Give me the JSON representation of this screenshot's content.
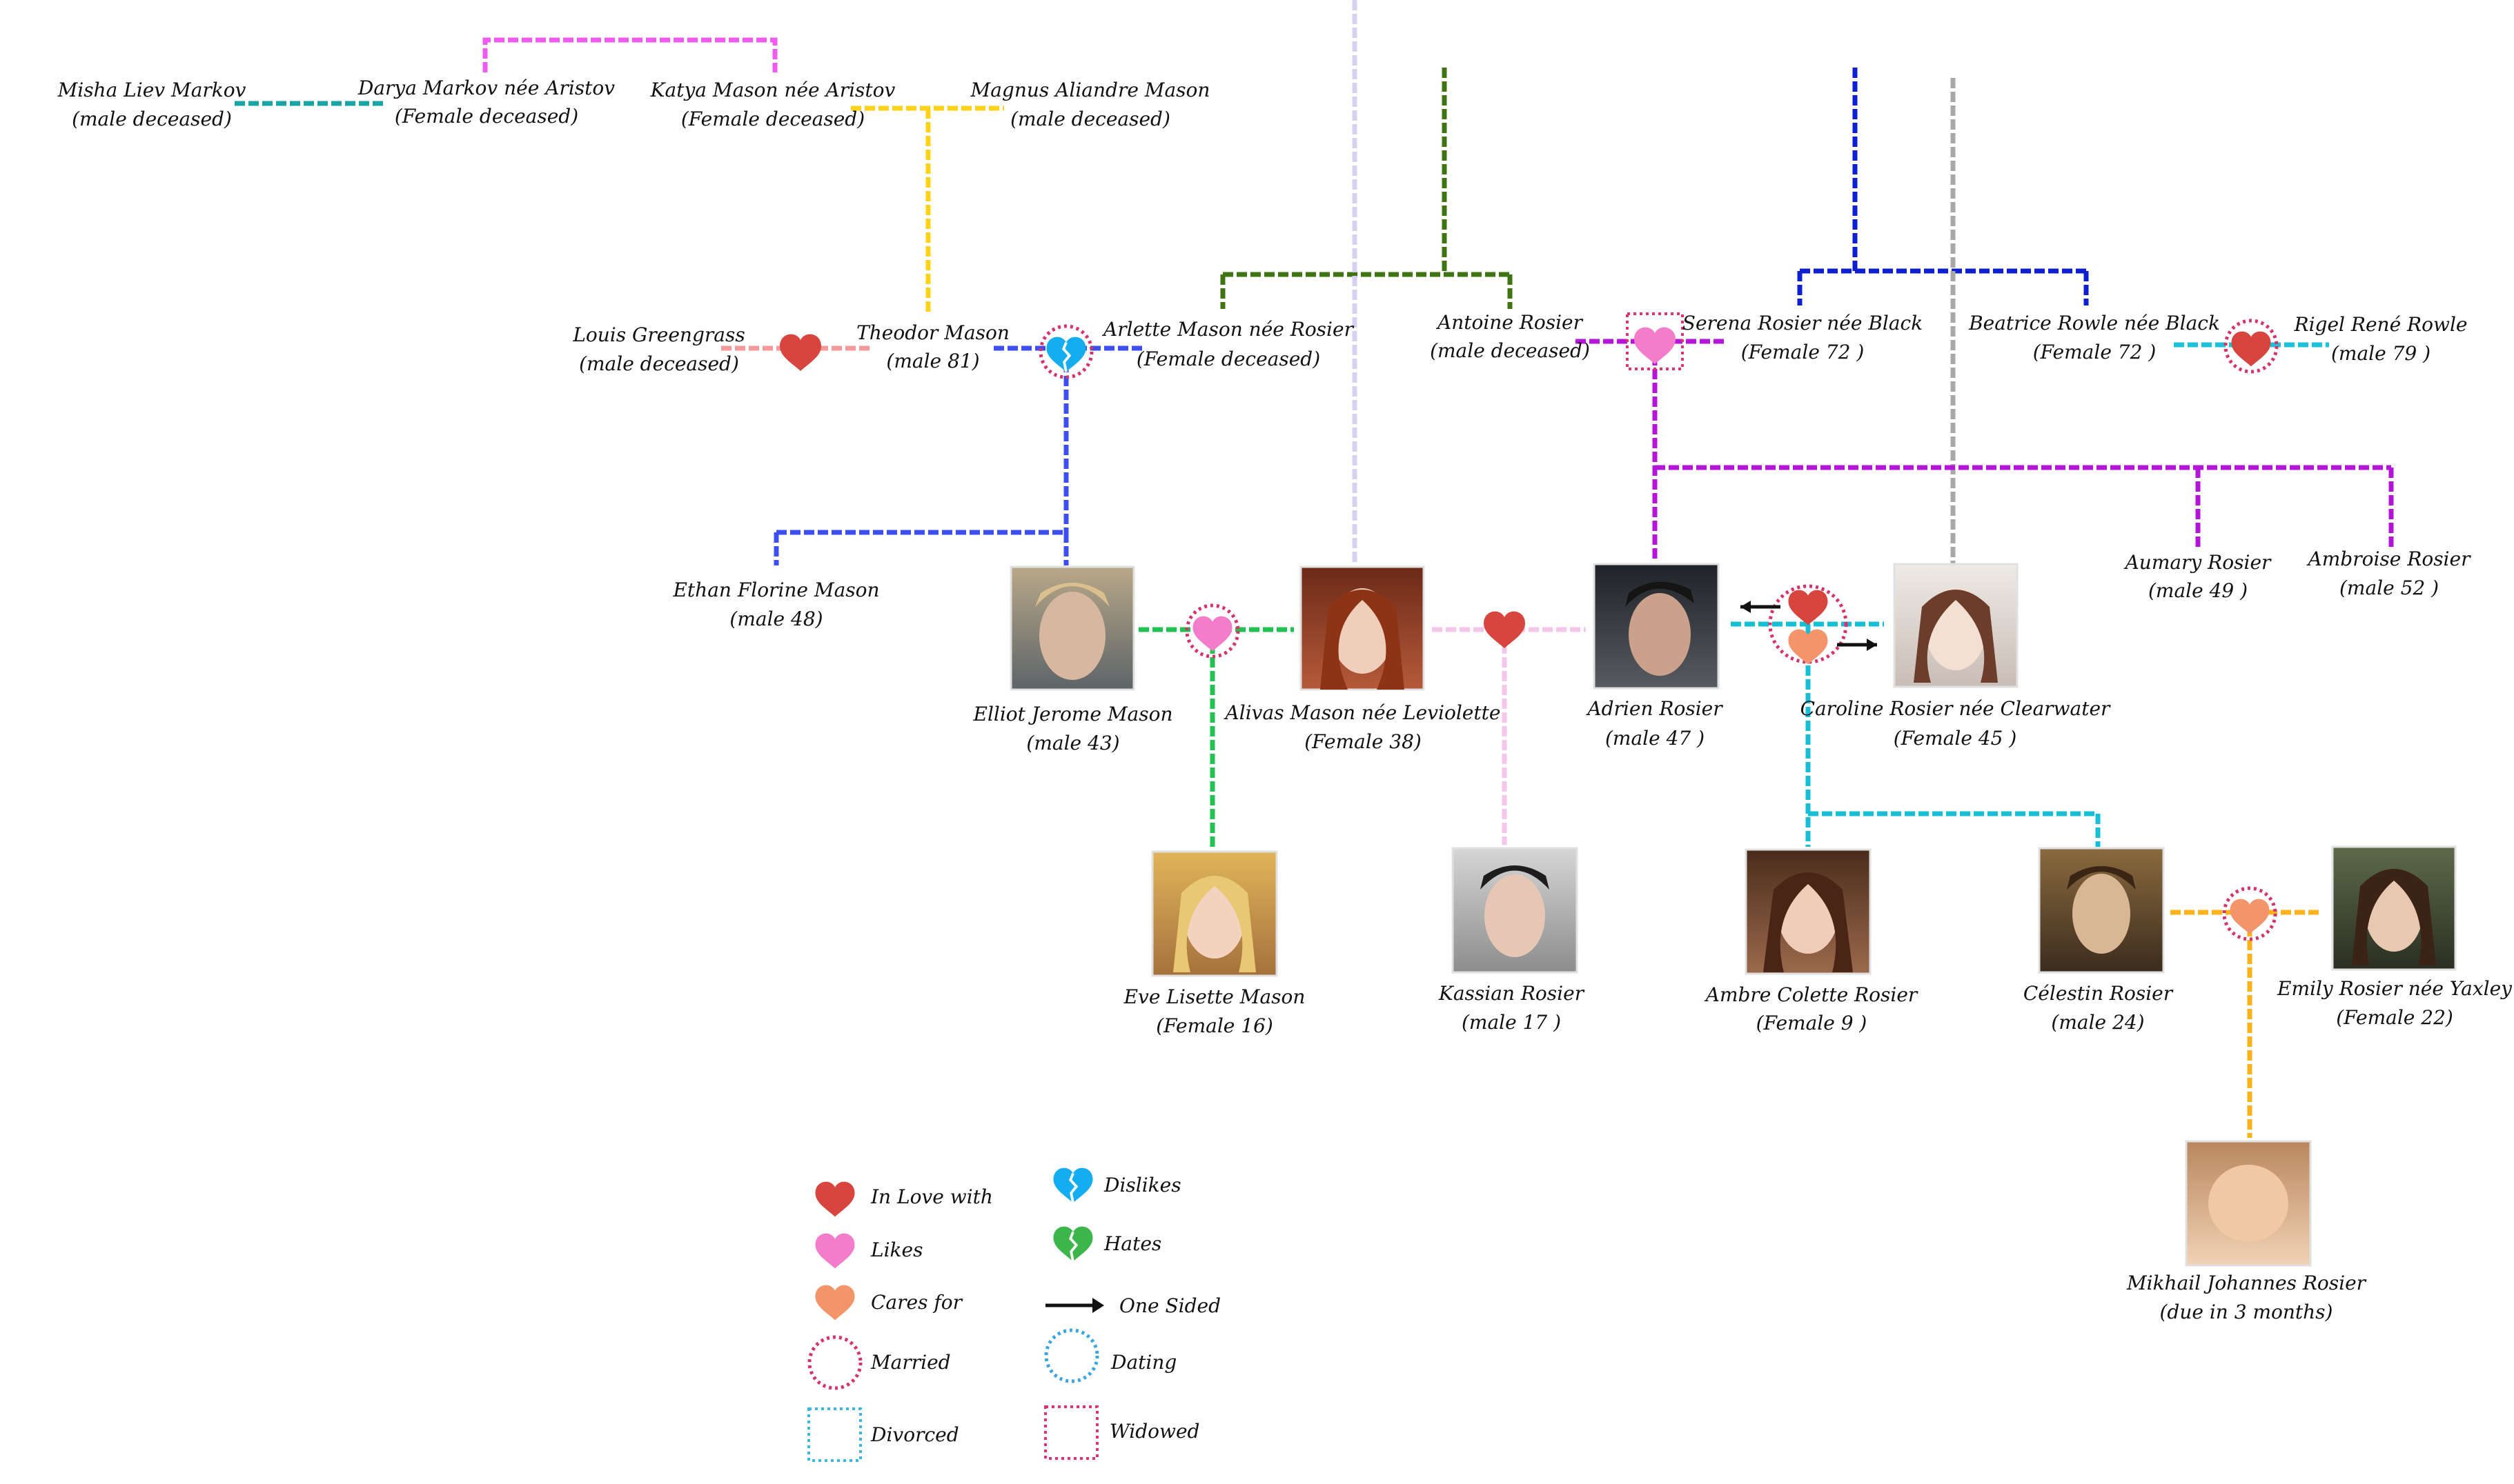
{
  "people": [
    {
      "id": "misha",
      "name": "Misha Liev Markov",
      "info": "(male deceased)"
    },
    {
      "id": "darya",
      "name": "Darya Markov née Aristov",
      "info": "(Female deceased)"
    },
    {
      "id": "katya",
      "name": "Katya Mason née Aristov",
      "info": "(Female deceased)"
    },
    {
      "id": "magnus",
      "name": "Magnus Aliandre Mason",
      "info": "(male deceased)"
    },
    {
      "id": "louis",
      "name": "Louis Greengrass",
      "info": "(male deceased)"
    },
    {
      "id": "theodor",
      "name": "Theodor Mason",
      "info": "(male 81)"
    },
    {
      "id": "arlette",
      "name": "Arlette Mason née Rosier",
      "info": "(Female deceased)"
    },
    {
      "id": "antoine",
      "name": "Antoine Rosier",
      "info": "(male deceased)"
    },
    {
      "id": "serena",
      "name": "Serena Rosier née Black",
      "info": "(Female 72 )"
    },
    {
      "id": "beatrice",
      "name": "Beatrice Rowle née Black",
      "info": "(Female 72 )"
    },
    {
      "id": "rigel",
      "name": "Rigel  René Rowle",
      "info": "(male 79 )"
    },
    {
      "id": "ethan",
      "name": "Ethan Florine Mason",
      "info": "(male 48)"
    },
    {
      "id": "aumary",
      "name": "Aumary Rosier",
      "info": "(male 49 )"
    },
    {
      "id": "ambroise",
      "name": "Ambroise Rosier",
      "info": "(male 52 )"
    },
    {
      "id": "elliot",
      "name": "Elliot Jerome Mason",
      "info": "(male 43)"
    },
    {
      "id": "alivas",
      "name": "Alivas Mason née Leviolette",
      "info": "(Female 38)"
    },
    {
      "id": "adrien",
      "name": "Adrien Rosier",
      "info": "(male 47 )"
    },
    {
      "id": "caroline",
      "name": "Caroline Rosier née Clearwater",
      "info": "(Female 45 )"
    },
    {
      "id": "eve",
      "name": "Eve Lisette Mason",
      "info": "(Female 16)"
    },
    {
      "id": "kassian",
      "name": "Kassian Rosier",
      "info": "(male 17 )"
    },
    {
      "id": "ambre",
      "name": "Ambre Colette Rosier",
      "info": "(Female 9 )"
    },
    {
      "id": "celestin",
      "name": "Célestin Rosier",
      "info": "(male 24)"
    },
    {
      "id": "emily",
      "name": "Emily Rosier née Yaxley",
      "info": "(Female 22)"
    },
    {
      "id": "mikhail",
      "name": "Mikhail Johannes Rosier",
      "info": "(due in 3 months)"
    }
  ],
  "legend": {
    "in_love": "In Love with",
    "likes": "Likes",
    "cares": "Cares for",
    "married": "Married",
    "divorced": "Divorced",
    "dislikes": "Dislikes",
    "hates": "Hates",
    "one_sided": "One Sided",
    "dating": "Dating",
    "widowed": "Widowed"
  },
  "colors": {
    "in_love": "#d8453f",
    "likes": "#f37ccb",
    "cares": "#f4946a",
    "dislikes": "#14aef0",
    "hates": "#3cb54a",
    "married_ring": "#d6336c",
    "dating_ring": "#3aa6e0",
    "divorced_box": "#3ab8e0",
    "widowed_box": "#e0336c"
  }
}
